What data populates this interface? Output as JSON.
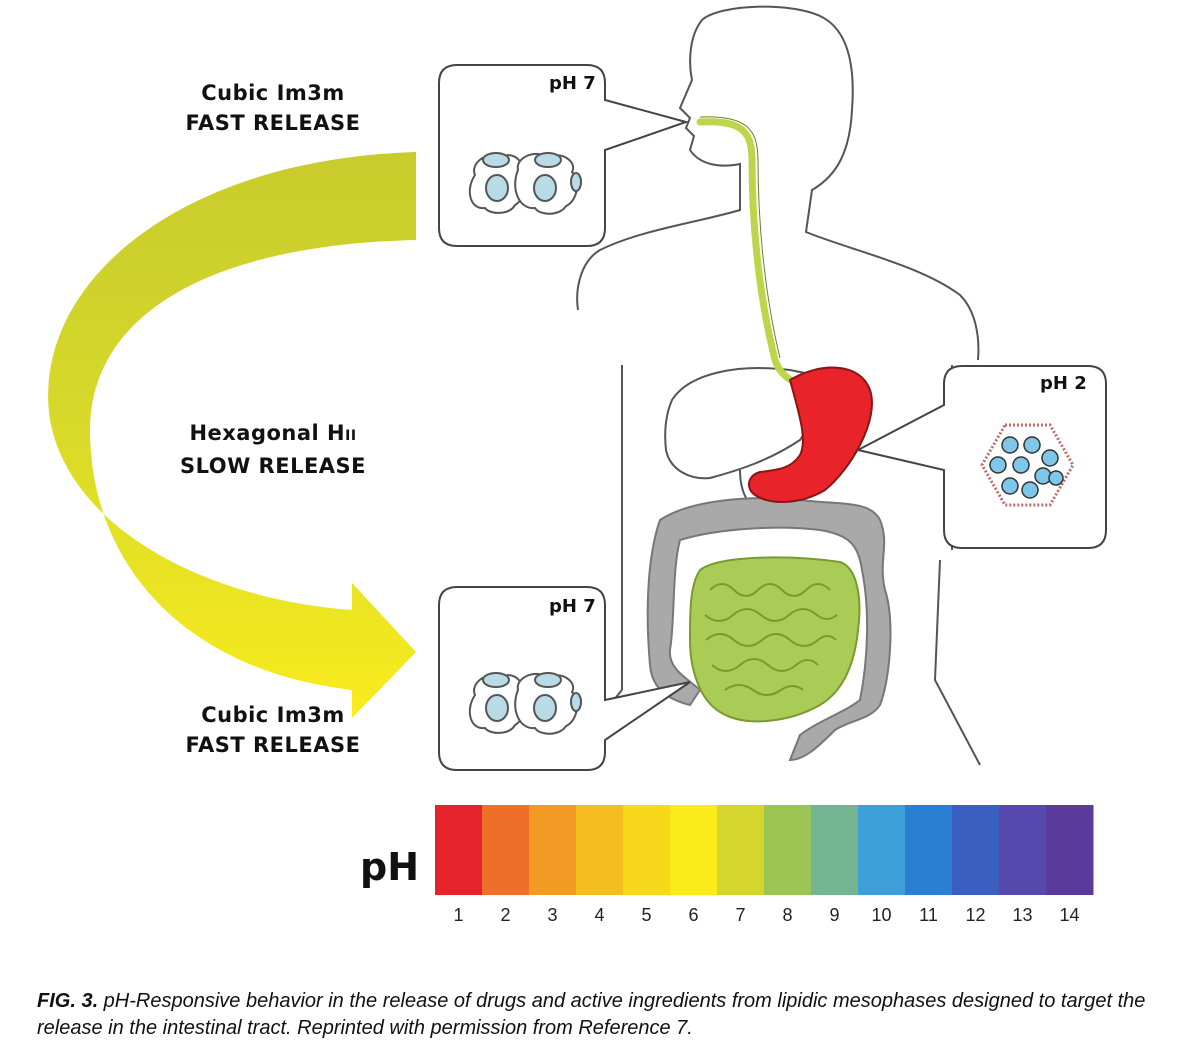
{
  "labels": {
    "top": {
      "line1": "Cubic Im3m",
      "line2": "FAST RELEASE"
    },
    "middle": {
      "line1": "Hexagonal H",
      "line1_sub": "II",
      "line2": "SLOW RELEASE"
    },
    "bottom": {
      "line1": "Cubic Im3m",
      "line2": "FAST RELEASE"
    }
  },
  "callouts": {
    "mouth": "pH 7",
    "stomach": "pH 2",
    "intestine": "pH 7"
  },
  "ph_scale": {
    "label": "pH",
    "ticks": [
      "1",
      "2",
      "3",
      "4",
      "5",
      "6",
      "7",
      "8",
      "9",
      "10",
      "11",
      "12",
      "13",
      "14"
    ],
    "colors": [
      "#e5232a",
      "#ee6f2a",
      "#f29a24",
      "#f6bd20",
      "#f8d81a",
      "#fbeb1a",
      "#d4d62e",
      "#9bc653",
      "#74b591",
      "#3c9fd8",
      "#2b7fd2",
      "#3a5fc0",
      "#5648ac",
      "#5a3a9c"
    ]
  },
  "caption": {
    "fig": "FIG. 3.",
    "text": " pH-Responsive  behavior in the release of drugs and active ingredients from lipidic mesophases designed to target the release in the intestinal tract. Reprinted with permission from Reference 7."
  },
  "colors": {
    "esophagus": "#bcd64a",
    "stomach": "#e8232a",
    "intestine": "#a9cc56",
    "colon": "#a9a9a9",
    "arrow_top": "#c9cd2b",
    "arrow_bottom": "#f7ea1d"
  }
}
